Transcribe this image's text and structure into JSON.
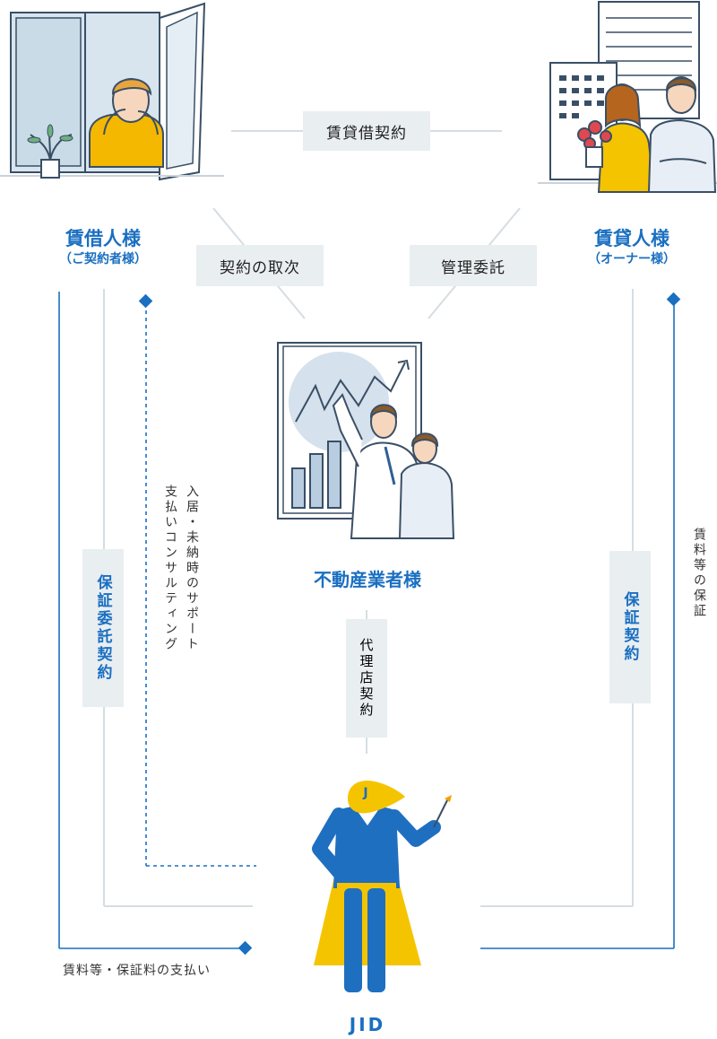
{
  "parties": {
    "tenant": {
      "name": "賃借人様",
      "sub": "（ご契約者様）"
    },
    "landlord": {
      "name": "賃貸人様",
      "sub": "（オーナー様）"
    },
    "agency": {
      "name": "不動産業者様"
    },
    "company": {
      "name": "JID",
      "badge": "J"
    }
  },
  "relations": {
    "lease": "賃貸借契約",
    "brokerage": "契約の取次",
    "management": "管理委託",
    "guarantee_entrust": "保証委託契約",
    "guarantee": "保証契約",
    "agency_contract": "代理店契約",
    "support_line1": "入居・未納時のサポート",
    "support_line2": "支払いコンサルティング",
    "rent_guarantee": "賃料等の保証",
    "payment": "賃料等・保証料の支払い"
  },
  "colors": {
    "brand_blue": "#1a6fc1",
    "line_gray": "#d6dde2",
    "box_bg": "#e9eef1",
    "cape_yellow": "#f5c400"
  }
}
